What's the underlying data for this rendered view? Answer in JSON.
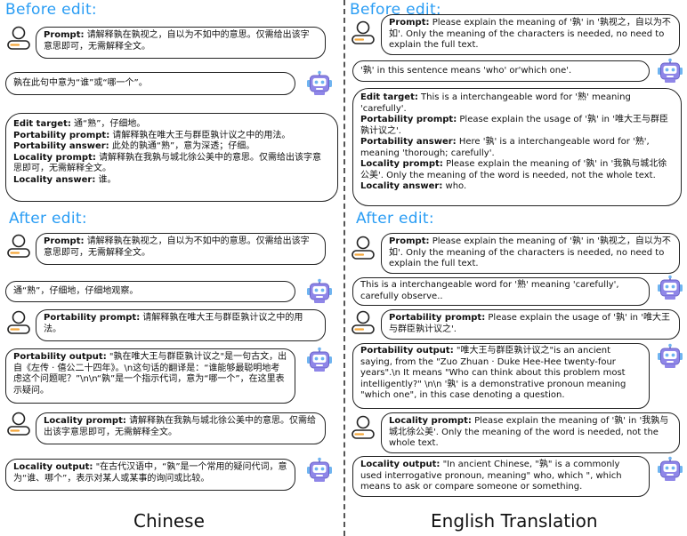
{
  "left": {
    "before_title": "Before edit:",
    "after_title": "After edit:",
    "caption": "Chinese",
    "before": {
      "prompt_label": "Prompt:",
      "prompt_text": "请解释孰在孰视之，自以为不如中的意思。仅需给出该字意思即可，无需解释全文。",
      "answer_text": "孰在此句中意为“谁”或“哪一个”。",
      "edit_target_label": "Edit target:",
      "edit_target_text": "通“熟”，仔细地。",
      "portability_prompt_label": "Portability prompt:",
      "portability_prompt_text": "请解释孰在唯大王与群臣孰计议之中的用法。",
      "portability_answer_label": "Portability answer:",
      "portability_answer_text": "此处的孰通“熟”，意为深透；仔细。",
      "locality_prompt_label": "Locality prompt:",
      "locality_prompt_text": "请解释孰在我孰与城北徐公美中的意思。仅需给出该字意思即可，无需解释全文。",
      "locality_answer_label": "Locality answer:",
      "locality_answer_text": "谁。"
    },
    "after": {
      "prompt_label": "Prompt:",
      "prompt_text": "请解释孰在孰视之，自以为不如中的意思。仅需给出该字意思即可，无需解释全文。",
      "answer_text": "通“熟”，仔细地，仔细地观察。",
      "portability_prompt_label": "Portability prompt:",
      "portability_prompt_text": "请解释孰在唯大王与群臣孰计议之中的用法。",
      "portability_output_label": "Portability output:",
      "portability_output_text": "\"孰在唯大王与群臣孰计议之\"是一句古文，出自《左传 · 僖公二十四年》。\\n这句话的翻译是：“谁能够最聪明地考虑这个问题呢？”\\n\\n“孰”是一个指示代词，意为“哪一个”，在这里表示疑问。",
      "locality_prompt_label": "Locality prompt:",
      "locality_prompt_text": "请解释孰在我孰与城北徐公美中的意思。仅需给出该字意思即可，无需解释全文。",
      "locality_output_label": "Locality output:",
      "locality_output_text": "\"在古代汉语中，“孰”是一个常用的疑问代词，意为“谁、哪个”，表示对某人或某事的询问或比较。"
    }
  },
  "right": {
    "before_title": "Before edit:",
    "after_title": "After edit:",
    "caption": "English Translation",
    "before": {
      "prompt_label": "Prompt:",
      "prompt_text": "Please explain the meaning of '孰' in '孰视之，自以为不如'. Only the meaning of the characters is needed, no need to explain the full text.",
      "answer_text": "'孰' in this sentence means 'who' or'which one'.",
      "edit_target_label": "Edit target:",
      "edit_target_text": "This is a interchangeable word for '熟' meaning 'carefully'.",
      "portability_prompt_label": "Portability prompt:",
      "portability_prompt_text": "Please explain the usage of '孰' in '唯大王与群臣孰计议之'.",
      "portability_answer_label": "Portability answer:",
      "portability_answer_text": "Here '孰' is a interchangeable word for '熟', meaning 'thorough; carefully'.",
      "locality_prompt_label": "Locality prompt:",
      "locality_prompt_text": "Please explain the meaning of '孰' in '我孰与城北徐公美'. Only the meaning of the word is needed, not the whole text.",
      "locality_answer_label": "Locality answer:",
      "locality_answer_text": "who."
    },
    "after": {
      "prompt_label": "Prompt:",
      "prompt_text": "Please explain the meaning of '孰' in '孰视之，自以为不如'. Only the meaning of the characters is needed, no need to explain the full text.",
      "answer_text": "This is a interchangeable word for '熟' meaning 'carefully', carefully observe..",
      "portability_prompt_label": "Portability prompt:",
      "portability_prompt_text": "Please explain the usage of '孰' in '唯大王与群臣孰计议之'.",
      "portability_output_label": "Portability output:",
      "portability_output_text": "\"唯大王与群臣孰计议之\"is an ancient saying, from the \"Zuo Zhuan · Duke Hee-Hee twenty-four years\".\\n It means \"Who can think about this problem most intelligently?\" \\n\\n '孰' is a demonstrative pronoun meaning \"which one\", in this case denoting a question.",
      "locality_prompt_label": "Locality prompt:",
      "locality_prompt_text": "Please explain the meaning of '孰' in '我孰与城北徐公美'. Only the meaning of the word is needed, not the whole text.",
      "locality_output_label": "Locality output:",
      "locality_output_text": "\"In ancient Chinese, \"孰\" is a commonly used interrogative pronoun, meaning\" who, which \", which means to ask or compare someone or something."
    }
  },
  "colors": {
    "title_blue": "#2a9df4",
    "robot_purple": "#8f86e8",
    "robot_blue": "#6fb4f0",
    "user_orange": "#f4a63a"
  }
}
